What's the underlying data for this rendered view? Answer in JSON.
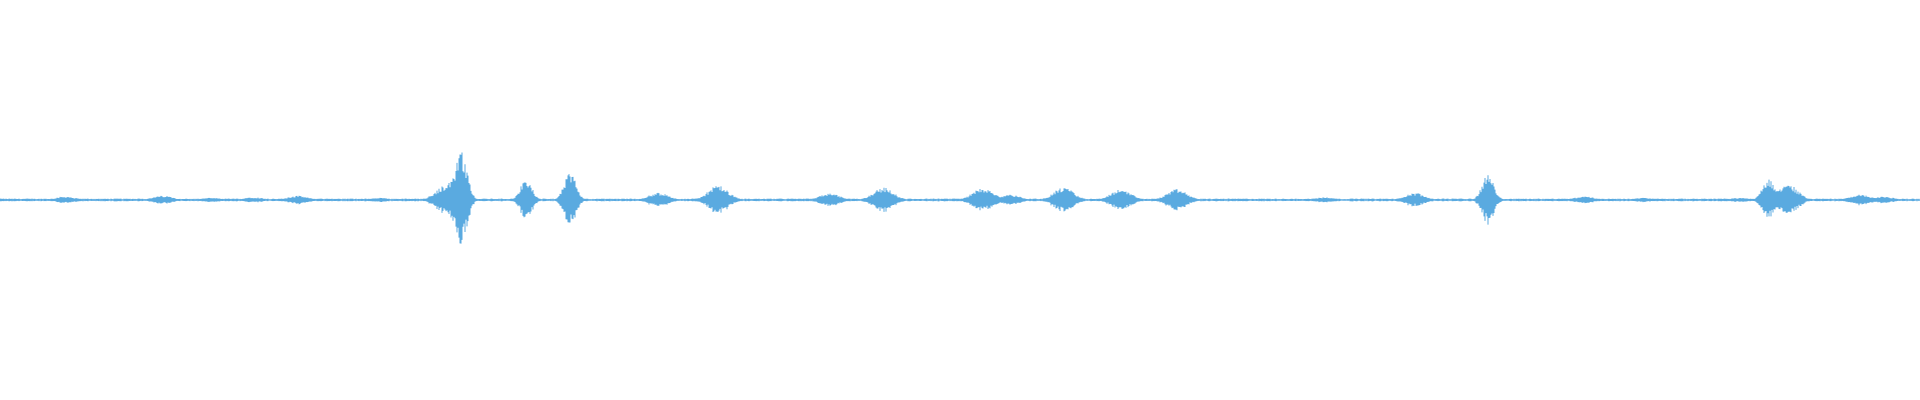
{
  "waveform": {
    "color": "#5aaae0",
    "background": "#ffffff",
    "amplitude_range": [
      -1,
      1
    ],
    "duration_fraction_bursts": [
      {
        "t": 0.0,
        "a": 0.006
      },
      {
        "t": 0.034,
        "a": 0.02
      },
      {
        "t": 0.085,
        "a": 0.024
      },
      {
        "t": 0.11,
        "a": 0.012
      },
      {
        "t": 0.132,
        "a": 0.016
      },
      {
        "t": 0.155,
        "a": 0.024
      },
      {
        "t": 0.198,
        "a": 0.012
      },
      {
        "t": 0.232,
        "a": 0.08
      },
      {
        "t": 0.236,
        "a": 0.12
      },
      {
        "t": 0.24,
        "a": 0.28
      },
      {
        "t": 0.274,
        "a": 0.11
      },
      {
        "t": 0.297,
        "a": 0.15
      },
      {
        "t": 0.343,
        "a": 0.04
      },
      {
        "t": 0.374,
        "a": 0.08
      },
      {
        "t": 0.432,
        "a": 0.036
      },
      {
        "t": 0.46,
        "a": 0.07
      },
      {
        "t": 0.512,
        "a": 0.07
      },
      {
        "t": 0.526,
        "a": 0.03
      },
      {
        "t": 0.554,
        "a": 0.07
      },
      {
        "t": 0.584,
        "a": 0.06
      },
      {
        "t": 0.613,
        "a": 0.06
      },
      {
        "t": 0.69,
        "a": 0.016
      },
      {
        "t": 0.737,
        "a": 0.04
      },
      {
        "t": 0.775,
        "a": 0.14
      },
      {
        "t": 0.825,
        "a": 0.02
      },
      {
        "t": 0.856,
        "a": 0.012
      },
      {
        "t": 0.906,
        "a": 0.012
      },
      {
        "t": 0.921,
        "a": 0.12
      },
      {
        "t": 0.931,
        "a": 0.09
      },
      {
        "t": 0.969,
        "a": 0.03
      },
      {
        "t": 0.981,
        "a": 0.02
      }
    ]
  }
}
